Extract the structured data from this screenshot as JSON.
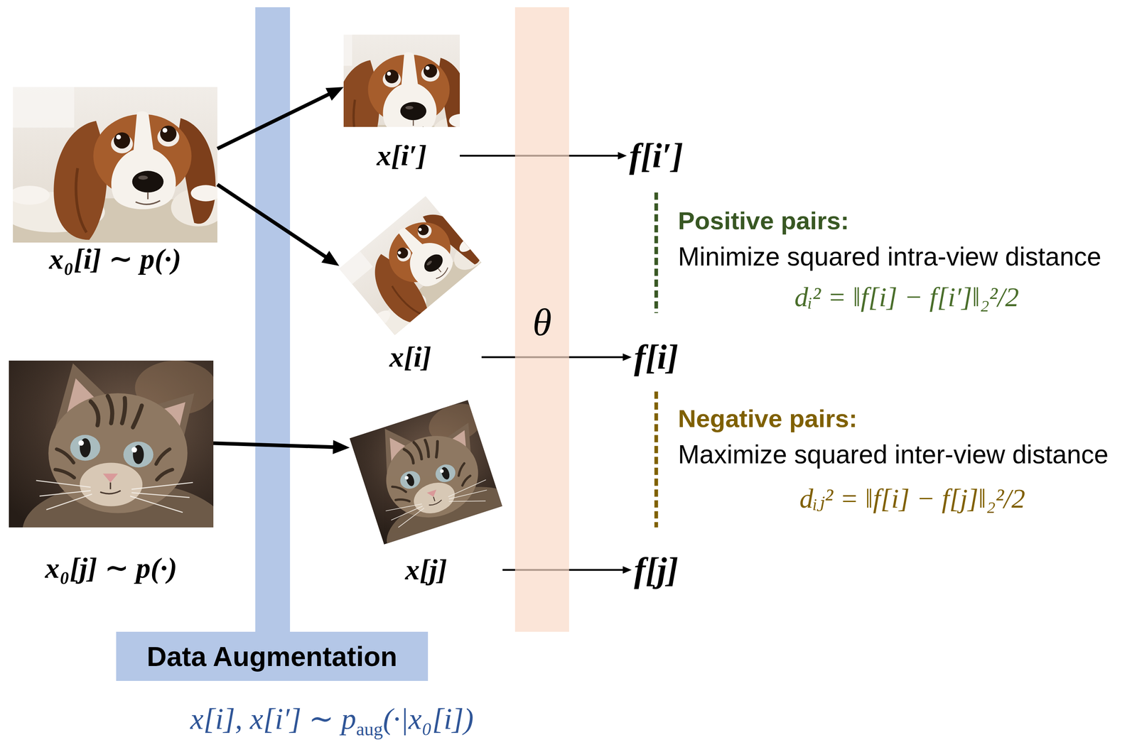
{
  "diagram": {
    "nodes": [
      {
        "text": [
          "x₀[i] ∼ p(·)"
        ]
      },
      {
        "text": [
          "x[i′]"
        ]
      },
      {
        "text": [
          "f[i′]"
        ]
      },
      {
        "text": [
          "x[i]"
        ]
      },
      {
        "text": [
          "θ"
        ]
      },
      {
        "text": [
          "f[i]"
        ]
      },
      {
        "text": [
          "x₀[j] ∼ p(·)"
        ]
      },
      {
        "text": [
          "x[j]"
        ]
      },
      {
        "text": [
          "f[j]"
        ]
      },
      {
        "text": [
          "Data Augmentation"
        ]
      }
    ],
    "edges": [
      {
        "from": 0,
        "to": 1,
        "arrow": "to"
      },
      {
        "from": 0,
        "to": 3,
        "arrow": "to"
      },
      {
        "from": 6,
        "to": 7,
        "arrow": "to"
      },
      {
        "from": 1,
        "to": 2,
        "arrow": "to"
      },
      {
        "from": 3,
        "to": 5,
        "arrow": "to"
      },
      {
        "from": 7,
        "to": 8,
        "arrow": "to"
      },
      {
        "from": 2,
        "to": 5,
        "arrow": "none",
        "label": "Positive pairs:"
      },
      {
        "from": 5,
        "to": 8,
        "arrow": "none",
        "label": "Negative pairs:"
      }
    ],
    "labels": [
      "Minimize squared intra-view distance",
      "dᵢ² = ‖f[i] − f[i′]‖₂²/2",
      "Maximize squared inter-view distance",
      "dᵢⱼ² = ‖f[i] − f[j]‖₂²/2",
      "x[i], x[i′] ∼ p",
      "aug",
      "(·|x₀[i])"
    ]
  }
}
